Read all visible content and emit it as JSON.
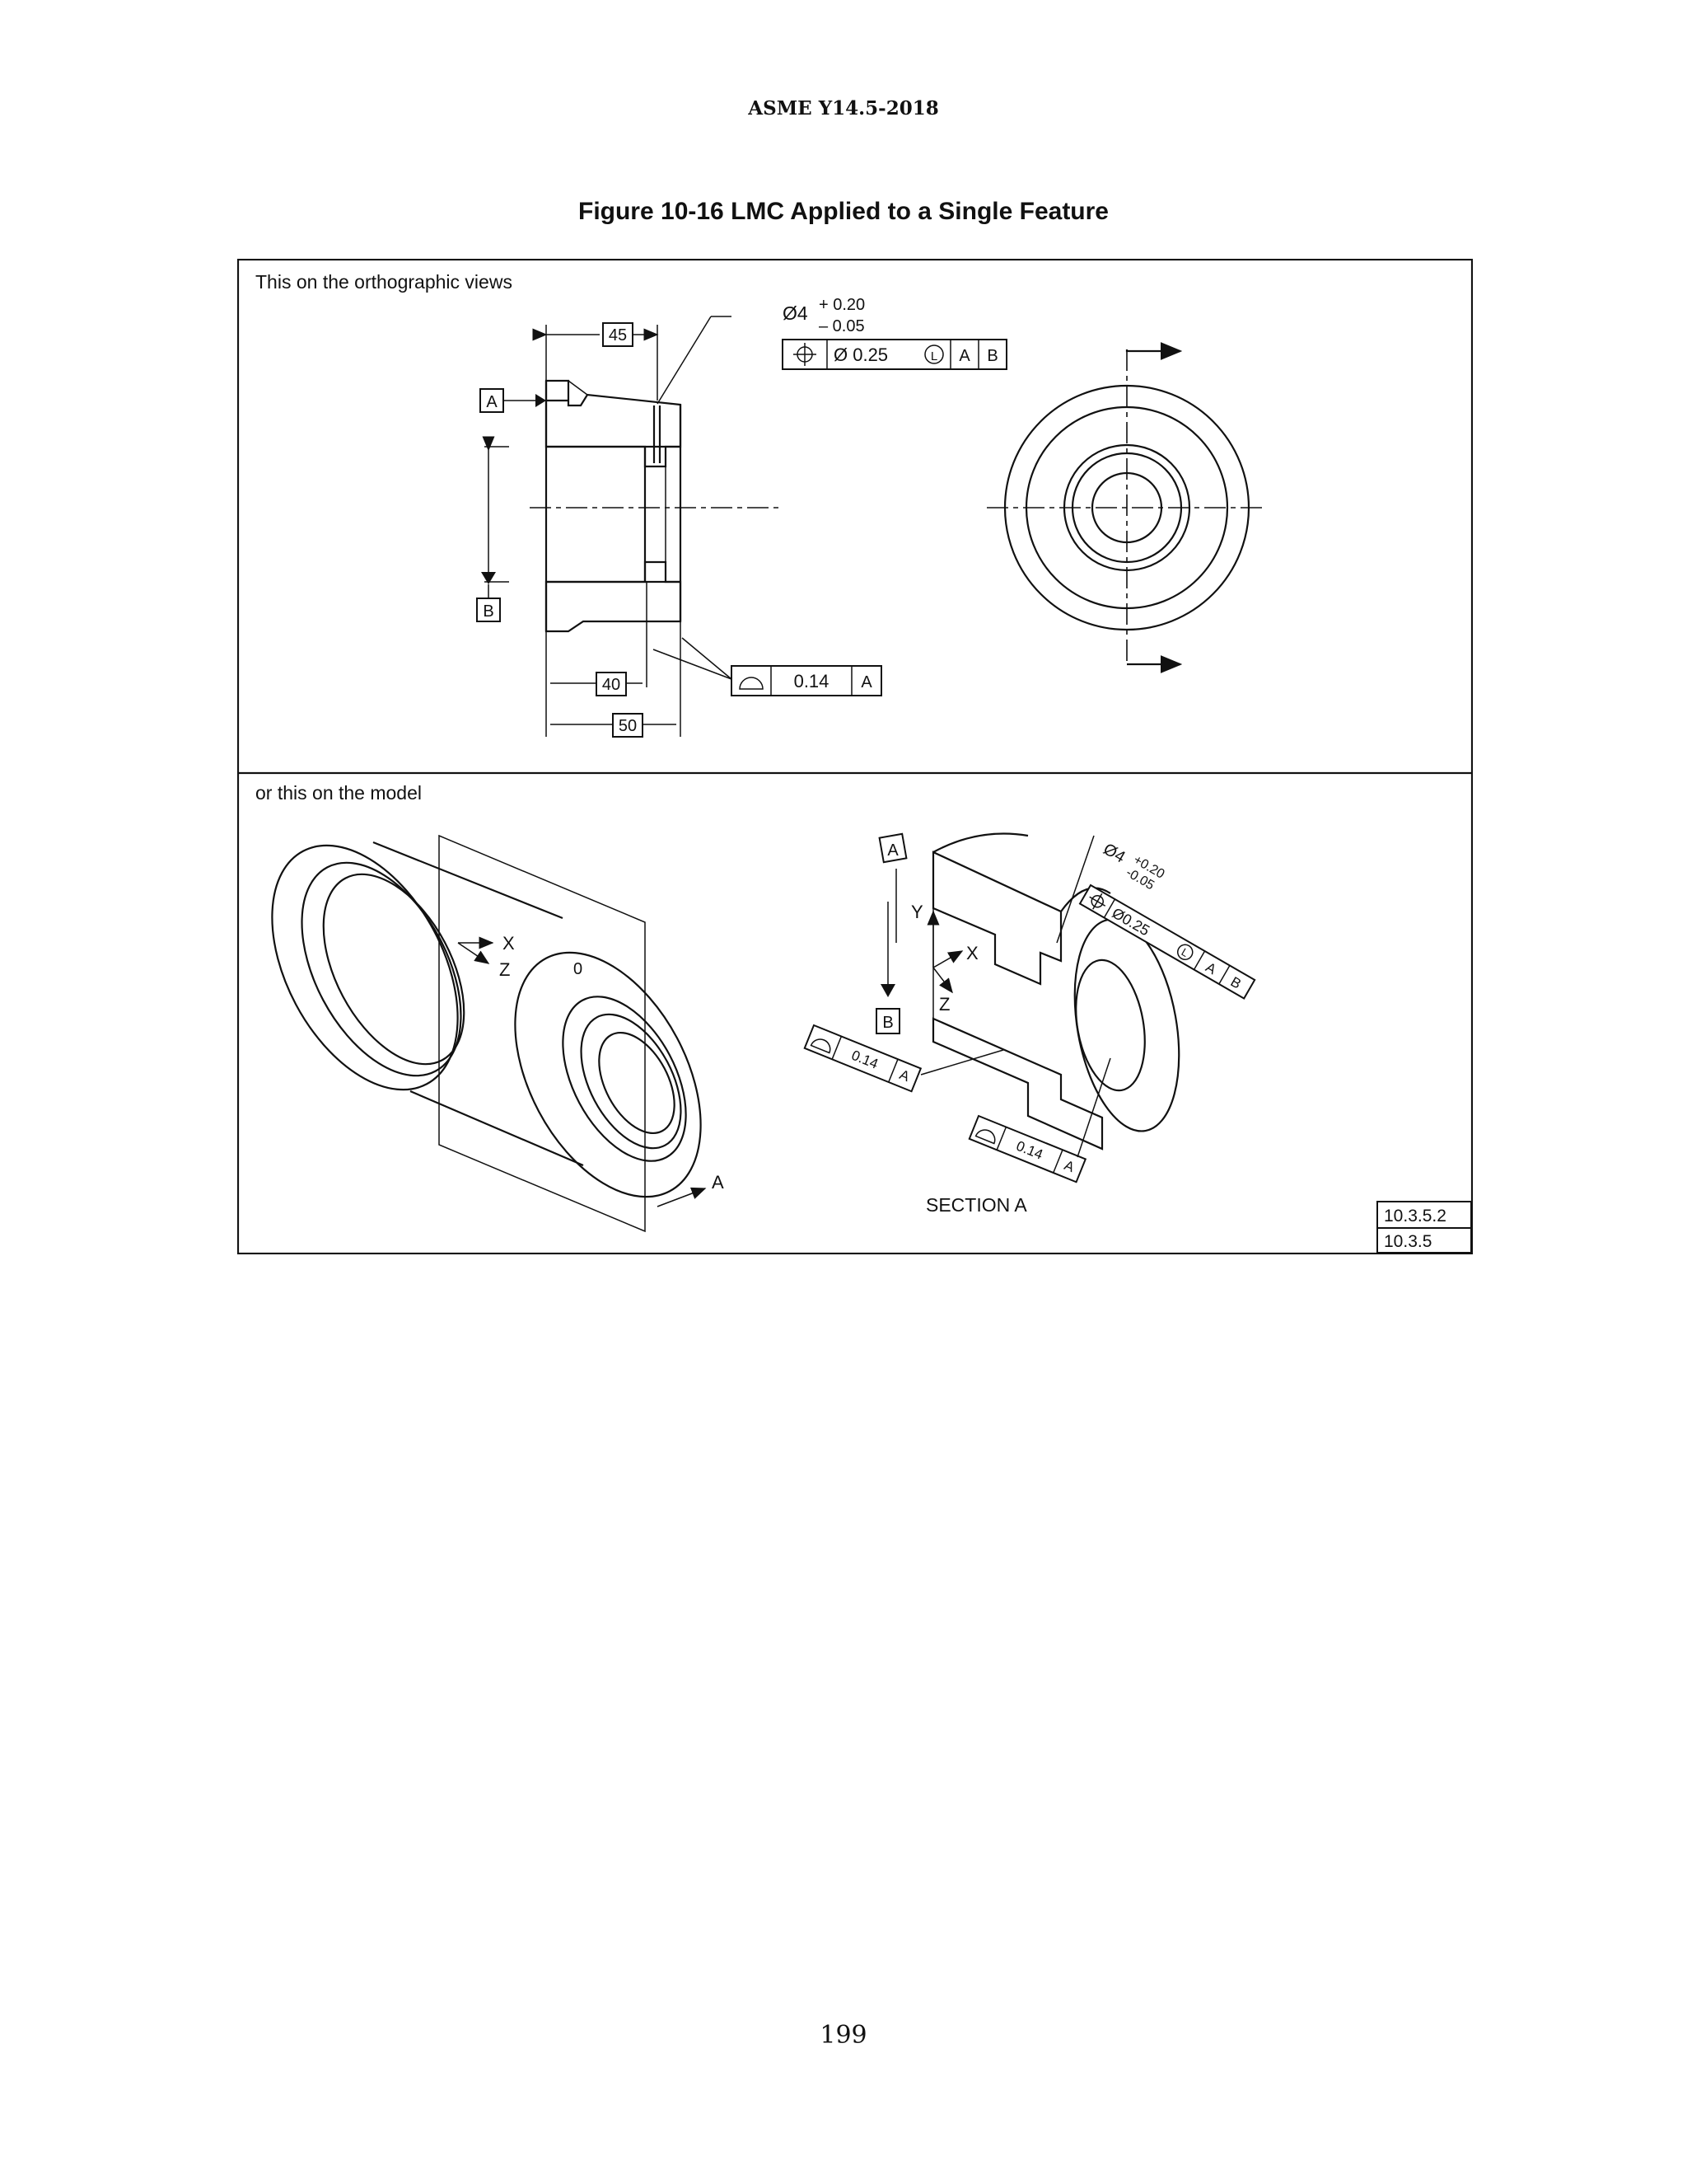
{
  "page": {
    "header": "ASME Y14.5-2018",
    "figure_title": "Figure 10-16 LMC Applied to a Single Feature",
    "page_number": "199"
  },
  "panels": {
    "top_label": "This on the orthographic views",
    "bottom_label": "or this on the model"
  },
  "ortho": {
    "dim_45": "45",
    "dim_40": "40",
    "dim_50": "50",
    "datum_a": "A",
    "datum_b": "B",
    "hole_dia": "Ø4",
    "tol_plus": "+ 0.20",
    "tol_minus": "– 0.05",
    "fcf_position": {
      "tolerance": "Ø 0.25",
      "modifier": "L",
      "datum1": "A",
      "datum2": "B"
    },
    "fcf_profile": {
      "tolerance": "0.14",
      "datum": "A"
    }
  },
  "model": {
    "axis_x": "X",
    "axis_y": "Y",
    "axis_z": "Z",
    "hole_mark": "0",
    "section_arrow_label": "A",
    "section_label": "SECTION A",
    "datum_a": "A",
    "datum_b": "B",
    "hole_dia": "Ø4",
    "tol_plus": "+0.20",
    "tol_minus": "-0.05",
    "fcf_position": {
      "tolerance": "Ø0.25",
      "modifier": "L",
      "datum1": "A",
      "datum2": "B"
    },
    "fcf_profile_1": {
      "tolerance": "0.14",
      "datum": "A"
    },
    "fcf_profile_2": {
      "tolerance": "0.14",
      "datum": "A"
    }
  },
  "references": [
    "10.3.5.2",
    "10.3.5"
  ]
}
